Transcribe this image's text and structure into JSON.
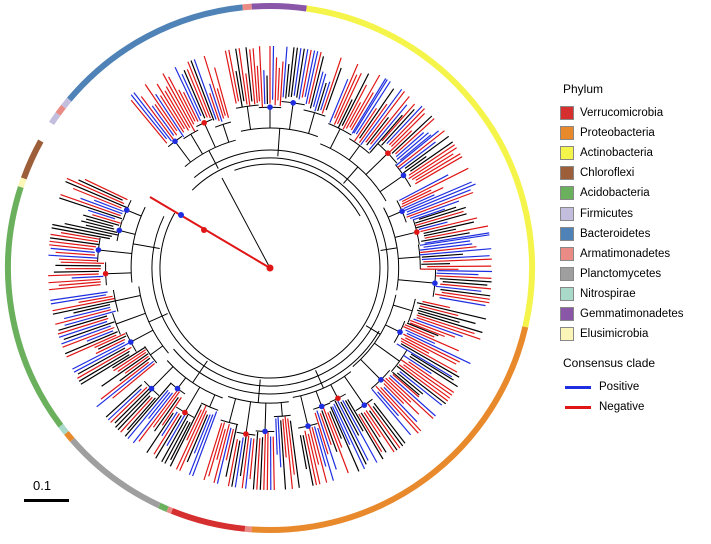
{
  "legend": {
    "phylum_title": "Phylum",
    "phyla": [
      {
        "name": "Verrucomicrobia",
        "color": "#d62f2f"
      },
      {
        "name": "Proteobacteria",
        "color": "#e8892c"
      },
      {
        "name": "Actinobacteria",
        "color": "#f4f44a"
      },
      {
        "name": "Chloroflexi",
        "color": "#9c5f3a"
      },
      {
        "name": "Acidobacteria",
        "color": "#6bb05d"
      },
      {
        "name": "Firmicutes",
        "color": "#c3bede"
      },
      {
        "name": "Bacteroidetes",
        "color": "#4f82b6"
      },
      {
        "name": "Armatimonadetes",
        "color": "#ea8c85"
      },
      {
        "name": "Planctomycetes",
        "color": "#9f9f9f"
      },
      {
        "name": "Nitrospirae",
        "color": "#a9d9c8"
      },
      {
        "name": "Gemmatimonadetes",
        "color": "#8a56a8"
      },
      {
        "name": "Elusimicrobia",
        "color": "#fbf5b8"
      }
    ],
    "consensus_title": "Consensus clade",
    "consensus": [
      {
        "name": "Positive",
        "color": "#1f2ee0"
      },
      {
        "name": "Negative",
        "color": "#e01616"
      }
    ]
  },
  "scale_bar": {
    "label": "0.1"
  },
  "ring_segments": [
    {
      "phylum": "Actinobacteria",
      "start": 48,
      "end": 103
    },
    {
      "phylum": "Proteobacteria",
      "start": 103,
      "end": 184
    },
    {
      "phylum": "Armatimonadetes",
      "start": 184,
      "end": 185.5
    },
    {
      "phylum": "Verrucomicrobia",
      "start": 185.5,
      "end": 202
    },
    {
      "phylum": "Armatimonadetes",
      "start": 202,
      "end": 203
    },
    {
      "phylum": "Acidobacteria",
      "start": 203,
      "end": 205
    },
    {
      "phylum": "Planctomycetes",
      "start": 205,
      "end": 229
    },
    {
      "phylum": "Proteobacteria",
      "start": 229,
      "end": 231
    },
    {
      "phylum": "Nitrospirae",
      "start": 231,
      "end": 233
    },
    {
      "phylum": "Acidobacteria",
      "start": 233,
      "end": 288
    },
    {
      "phylum": "Elusimicrobia",
      "start": 288,
      "end": 290
    },
    {
      "phylum": "Chloroflexi",
      "start": 290,
      "end": 299
    },
    {
      "phylum": "Firmicutes",
      "start": 303.5,
      "end": 306
    },
    {
      "phylum": "Armatimonadetes",
      "start": 306,
      "end": 308
    },
    {
      "phylum": "Firmicutes",
      "start": 308,
      "end": 310
    },
    {
      "phylum": "Bacteroidetes",
      "start": 310,
      "end": 354
    },
    {
      "phylum": "Armatimonadetes",
      "start": 354,
      "end": 356
    },
    {
      "phylum": "Gemmatimonadetes",
      "start": 356,
      "end": 368
    },
    {
      "phylum": "Actinobacteria",
      "start": 368,
      "end": 408
    }
  ]
}
